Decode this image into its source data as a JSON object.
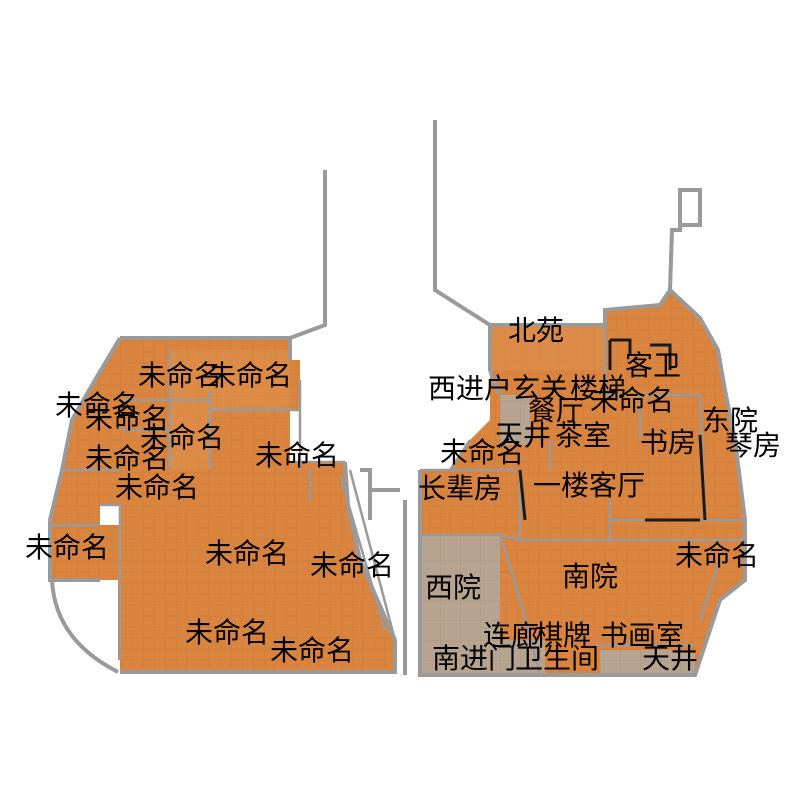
{
  "colors": {
    "floor": "#d98540",
    "floor_alt": "#e0914d",
    "stone": "#b7a490",
    "wall": "#9a9a9a",
    "label": "#000000"
  },
  "rooms": [
    {
      "id": "r1",
      "label": "未命名"
    },
    {
      "id": "r2",
      "label": "未命名"
    },
    {
      "id": "r3",
      "label": "未命名"
    },
    {
      "id": "r4",
      "label": "未命名"
    },
    {
      "id": "r5",
      "label": "未命名"
    },
    {
      "id": "r6",
      "label": "未命名"
    },
    {
      "id": "r7",
      "label": "未命名"
    },
    {
      "id": "r8",
      "label": "未命名"
    },
    {
      "id": "r9",
      "label": "未命名"
    },
    {
      "id": "r10",
      "label": "未命名"
    },
    {
      "id": "r11",
      "label": "未命名"
    },
    {
      "id": "r12",
      "label": "未命名"
    },
    {
      "id": "r13",
      "label": "未命名"
    },
    {
      "id": "r14",
      "label": "未命名"
    },
    {
      "id": "r15",
      "label": "北苑"
    },
    {
      "id": "r16",
      "label": "客卫"
    },
    {
      "id": "r17",
      "label": "西进户玄关"
    },
    {
      "id": "r18",
      "label": "楼梯"
    },
    {
      "id": "r19",
      "label": "未命名"
    },
    {
      "id": "r20",
      "label": "餐厅"
    },
    {
      "id": "r21",
      "label": "未命名"
    },
    {
      "id": "r22",
      "label": "东院"
    },
    {
      "id": "r23",
      "label": "天井"
    },
    {
      "id": "r24",
      "label": "茶室"
    },
    {
      "id": "r25",
      "label": "书房"
    },
    {
      "id": "r26",
      "label": "琴房"
    },
    {
      "id": "r27",
      "label": "未命名"
    },
    {
      "id": "r28",
      "label": "长辈房"
    },
    {
      "id": "r29",
      "label": "一楼客厅"
    },
    {
      "id": "r30",
      "label": "未命名"
    },
    {
      "id": "r31",
      "label": "西院"
    },
    {
      "id": "r32",
      "label": "南院"
    },
    {
      "id": "r33",
      "label": "连廊"
    },
    {
      "id": "r34",
      "label": "棋牌"
    },
    {
      "id": "r35",
      "label": "书画室"
    },
    {
      "id": "r36",
      "label": "南进门"
    },
    {
      "id": "r37",
      "label": "卫生间"
    },
    {
      "id": "r38",
      "label": "天井"
    }
  ]
}
